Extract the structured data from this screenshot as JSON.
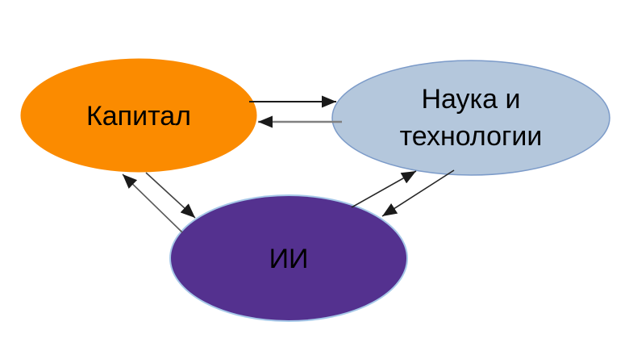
{
  "diagram": {
    "background": "#ffffff",
    "nodes": [
      {
        "id": "kapital",
        "label": "Капитал",
        "fill": "#FB8B00",
        "stroke": "#FB8B00",
        "text_color": "#000000"
      },
      {
        "id": "nauka",
        "label": "Наука и технологии",
        "label_lines": [
          "Наука и",
          "технологии"
        ],
        "fill": "#B4C7DC",
        "stroke": "#7C9BC9",
        "text_color": "#000000"
      },
      {
        "id": "ii",
        "label": "ИИ",
        "fill": "#54318F",
        "stroke": "#A6C8E8",
        "text_color": "#000000"
      }
    ],
    "edges": [
      {
        "from": "Капитал",
        "to": "Наука и технологии",
        "color": "#1a1a1a"
      },
      {
        "from": "Наука и технологии",
        "to": "Капитал",
        "color": "#808080"
      },
      {
        "from": "Капитал",
        "to": "ИИ",
        "color": "#404040"
      },
      {
        "from": "ИИ",
        "to": "Капитал",
        "color": "#595959"
      },
      {
        "from": "ИИ",
        "to": "Наука и технологии",
        "color": "#262626"
      },
      {
        "from": "Наука и технологии",
        "to": "ИИ",
        "color": "#262626"
      }
    ],
    "arrowhead_color": "#1a1a1a"
  }
}
